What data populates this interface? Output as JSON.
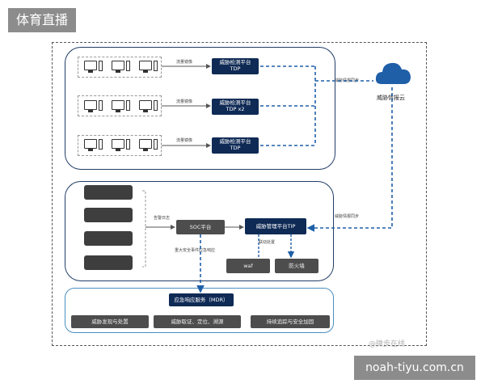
{
  "tags": {
    "top": "体育直播",
    "bottom": "noah-tiyu.com.cn"
  },
  "top_section": {
    "rows": [
      {
        "arrow_label": "流量镜像",
        "platform": "威胁检测平台",
        "platform_sub": "TDP"
      },
      {
        "arrow_label": "流量镜像",
        "platform": "威胁检测平台",
        "platform_sub": "TDP x2"
      },
      {
        "arrow_label": "流量镜像",
        "platform": "威胁检测平台",
        "platform_sub": "TDP"
      }
    ]
  },
  "cloud": {
    "label": "威胁情报云",
    "link_label_top": "威胁情报同步",
    "link_label_bottom": "威胁情报同步"
  },
  "middle_section": {
    "blurred_sources": [
      "",
      "",
      "",
      ""
    ],
    "alert_label": "告警日志",
    "soc": "SOC平台",
    "tip": "威胁管理平台TIP",
    "linkage_label": "联动处置",
    "waf": "waf",
    "firewall": "防火墙",
    "mdr_link_label": "重大安全事件应急响应"
  },
  "bottom_section": {
    "mdr": "应急响应服务（MDR）",
    "services": [
      "威胁发现与处置",
      "威胁取证、定位、溯源",
      "持续追踪与安全加固"
    ]
  },
  "watermark": "@微步在线",
  "colors": {
    "navy": "#0f2a55",
    "dash_blue": "#1f5fa8",
    "cloud": "#1f5fa8",
    "gray_box": "#4d4d4d"
  }
}
